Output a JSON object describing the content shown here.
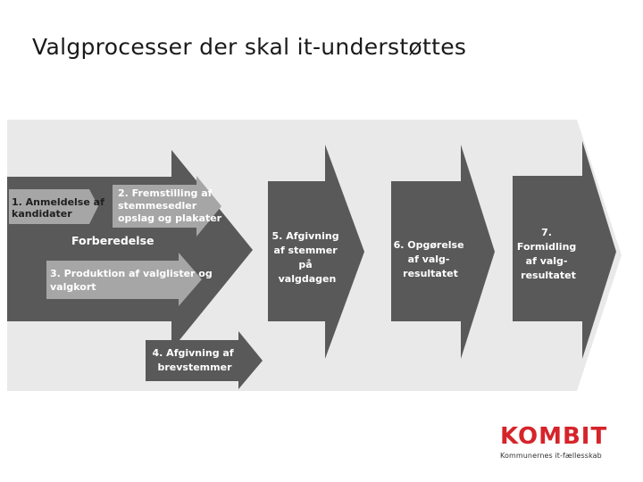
{
  "title": "Valgprocesser der skal it-understøttes",
  "diagram": {
    "steps": {
      "step1": [
        "1. Anmeldelse af",
        "kandidater"
      ],
      "step2": [
        "2. Fremstilling af",
        "stemmesedler",
        "opslag og plakater"
      ],
      "forberedelse": [
        "Forberedelse"
      ],
      "step3": [
        "3. Produktion af valglister og",
        "valgkort"
      ],
      "step4": [
        "4. Afgivning af",
        "brevstemmer"
      ],
      "step5": [
        "5. Afgivning",
        "af stemmer",
        "på",
        "valgdagen"
      ],
      "step6": [
        "6. Opgørelse",
        "af valg-",
        "resultatet"
      ],
      "step7": [
        "7.",
        "Formidling",
        "af valg-",
        "resultatet"
      ]
    },
    "colors": {
      "background_chevron": "#e9e9e9",
      "dark_arrow": "#595959",
      "light_arrow": "#a6a6a6"
    }
  },
  "logo": {
    "wordmark": "KOMBIT",
    "tagline": "Kommunernes it-fællesskab",
    "color": "#d6242b"
  }
}
